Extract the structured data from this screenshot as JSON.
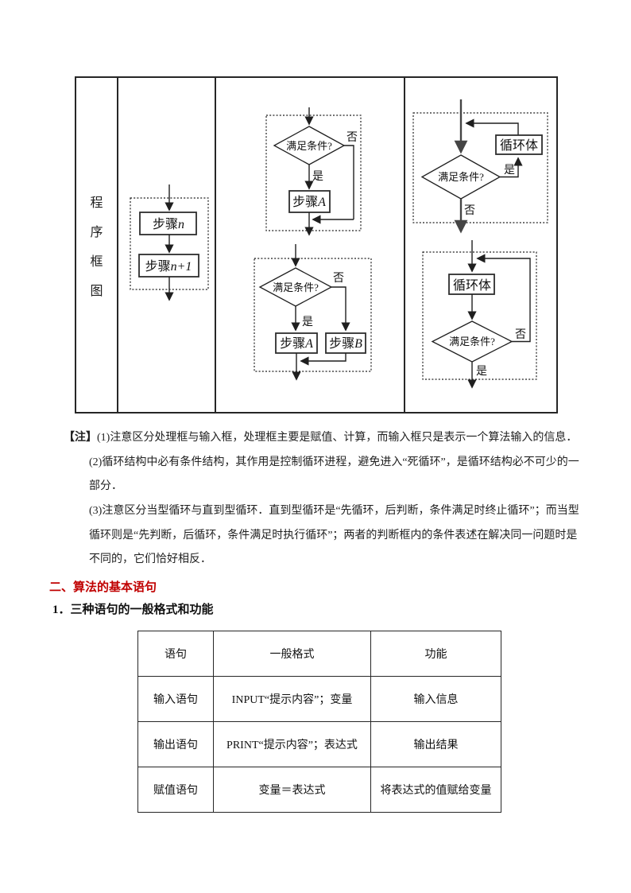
{
  "colors": {
    "heading_red": "#c00000",
    "text_black": "#1f1f1f",
    "table_border": "#262626"
  },
  "flow_table": {
    "row_header_chars": [
      "程",
      "序",
      "框",
      "图"
    ],
    "labels": {
      "step_prefix": "步骤",
      "var_n": "n",
      "var_n_plus_1": "n+1",
      "var_a": "A",
      "var_b": "B",
      "condition": "满足条件?",
      "loop_body": "循环体",
      "yes": "是",
      "no": "否"
    }
  },
  "notes": {
    "tag": "【注】",
    "lines": [
      "(1)注意区分处理框与输入框，处理框主要是赋值、计算，而输入框只是表示一个算法输入的信息．",
      "(2)循环结构中必有条件结构，其作用是控制循环进程，避免进入“死循环”，是循环结构必不可少的一",
      "部分．",
      "(3)注意区分当型循环与直到型循环．直到型循环是“先循环，后判断，条件满足时终止循环”；而当型",
      "循环则是“先判断，后循环，条件满足时执行循环”；两者的判断框内的条件表述在解决同一问题时是",
      "不同的，它们恰好相反．"
    ]
  },
  "section": {
    "heading": "二、算法的基本语句",
    "subheading": "1．三种语句的一般格式和功能"
  },
  "statements_table": {
    "headers": [
      "语句",
      "一般格式",
      "功能"
    ],
    "rows": [
      [
        "输入语句",
        "INPUT“提示内容”；变量",
        "输入信息"
      ],
      [
        "输出语句",
        "PRINT“提示内容”；表达式",
        "输出结果"
      ],
      [
        "赋值语句",
        "变量＝表达式",
        "将表达式的值赋给变量"
      ]
    ]
  }
}
